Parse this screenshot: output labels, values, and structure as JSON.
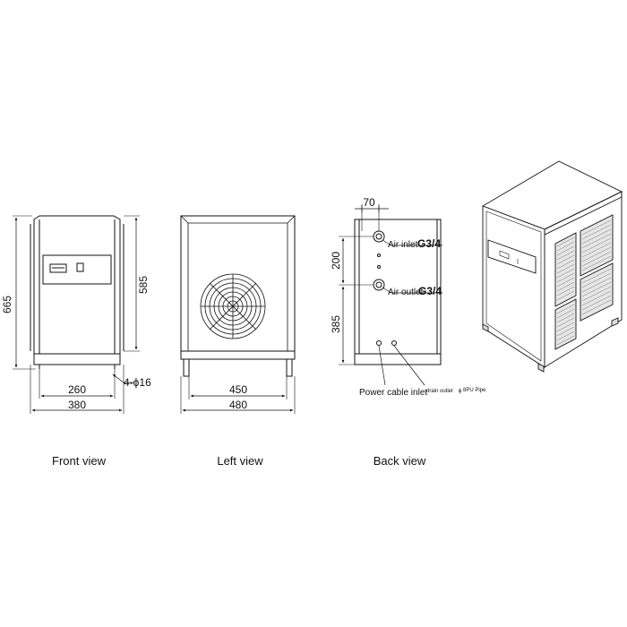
{
  "front_view": {
    "caption": "Front view",
    "dims": {
      "height": "665",
      "inner_height": "585",
      "foot_spacing": "260",
      "width": "380",
      "holes": "4-ϕ16"
    }
  },
  "left_view": {
    "caption": "Left view",
    "dims": {
      "inner_width": "450",
      "width": "480"
    }
  },
  "back_view": {
    "caption": "Back view",
    "dims": {
      "inlet_offset": "70",
      "port_spacing": "200",
      "outlet_height": "385"
    },
    "labels": {
      "air_inlet": "Air inlet",
      "air_inlet_size": "G3/4",
      "air_outlet": "Air outlet",
      "air_outlet_size": "G3/4",
      "power_inlet": "Power cable inlet",
      "drain_outlet": "drain outlet",
      "drain_symbol": "ϕ",
      "drain_pipe": "8PU Pipe"
    }
  },
  "iso_view": {
    "icon": "dryer-isometric-icon"
  }
}
